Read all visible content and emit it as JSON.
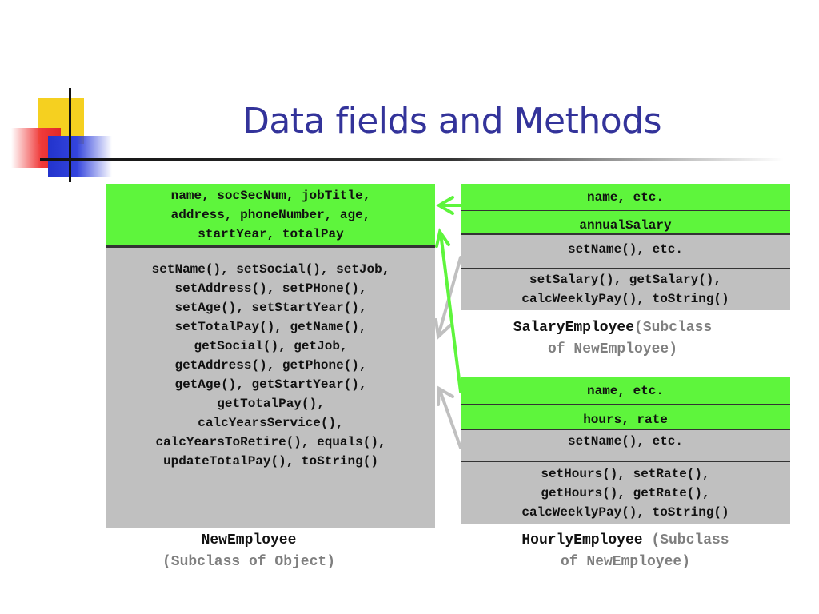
{
  "slide": {
    "title": "Data fields and Methods"
  },
  "new_employee": {
    "fields": "name, socSecNum, jobTitle,\naddress, phoneNumber, age,\nstartYear, totalPay",
    "methods": "setName(), setSocial(), setJob,\nsetAddress(), setPHone(),\nsetAge(), setStartYear(),\nsetTotalPay(), getName(),\ngetSocial(), getJob,\ngetAddress(), getPhone(),\ngetAge(), getStartYear(),\ngetTotalPay(),\ncalcYearsService(),\ncalcYearsToRetire(), equals(),\nupdateTotalPay(), toString()",
    "class_name": "NewEmployee",
    "subclass_note": "(Subclass of Object)"
  },
  "salary_employee": {
    "inherited_fields": "name, etc.",
    "fields": "annualSalary",
    "inherited_methods": "setName(), etc.",
    "methods": "setSalary(), getSalary(),\ncalcWeeklyPay(), toString()",
    "class_name": "SalaryEmployee",
    "subclass_note_1": "(Subclass",
    "subclass_note_2": "of NewEmployee)"
  },
  "hourly_employee": {
    "inherited_fields": "name, etc.",
    "fields": "hours, rate",
    "inherited_methods": "setName(), etc.",
    "methods": "setHours(), setRate(),\ngetHours(), getRate(),\ncalcWeeklyPay(), toString()",
    "class_name": "HourlyEmployee",
    "subclass_note_1": " (Subclass",
    "subclass_note_2": "of NewEmployee)"
  },
  "colors": {
    "title": "#33339a",
    "fields_bg": "#5ef53c",
    "methods_bg": "#c0c0c0",
    "field_arrow": "#5ef53c",
    "method_arrow": "#c0c0c0"
  }
}
